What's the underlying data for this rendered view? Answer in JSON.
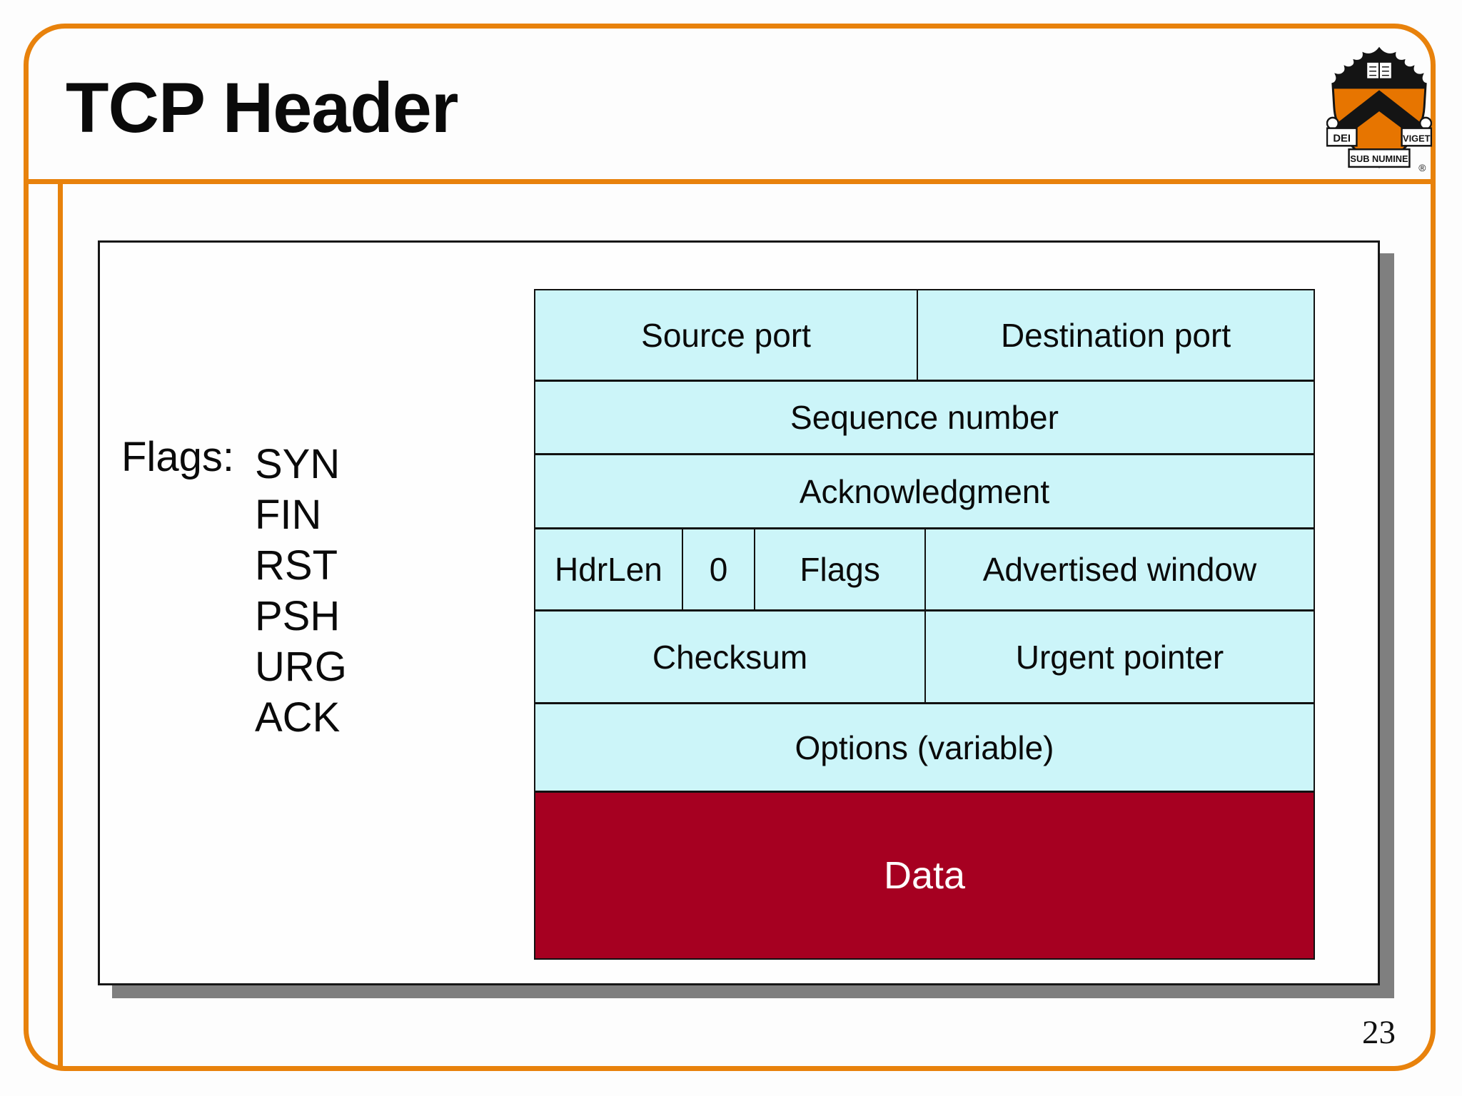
{
  "title": "TCP Header",
  "page_number": "23",
  "flags_panel": {
    "label": "Flags:",
    "items": [
      "SYN",
      "FIN",
      "RST",
      "PSH",
      "URG",
      "ACK"
    ]
  },
  "header_diagram": {
    "rows": [
      {
        "cells": [
          {
            "label": "Source port"
          },
          {
            "label": "Destination port"
          }
        ]
      },
      {
        "cells": [
          {
            "label": "Sequence number"
          }
        ]
      },
      {
        "cells": [
          {
            "label": "Acknowledgment"
          }
        ]
      },
      {
        "cells": [
          {
            "label": "HdrLen"
          },
          {
            "label": "0"
          },
          {
            "label": "Flags"
          },
          {
            "label": "Advertised window"
          }
        ]
      },
      {
        "cells": [
          {
            "label": "Checksum"
          },
          {
            "label": "Urgent pointer"
          }
        ]
      },
      {
        "cells": [
          {
            "label": "Options (variable)"
          }
        ]
      },
      {
        "cells": [
          {
            "label": "Data"
          }
        ]
      }
    ]
  },
  "logo": {
    "motto": [
      "DEI",
      "SUB NUMINE",
      "VIGET"
    ],
    "registered": "®"
  },
  "colors": {
    "accent_orange": "#E8820C",
    "cell_cyan": "#CCF5F9",
    "data_red": "#A60021",
    "shadow_gray": "#7F7F7F",
    "logo_orange": "#E77500"
  }
}
